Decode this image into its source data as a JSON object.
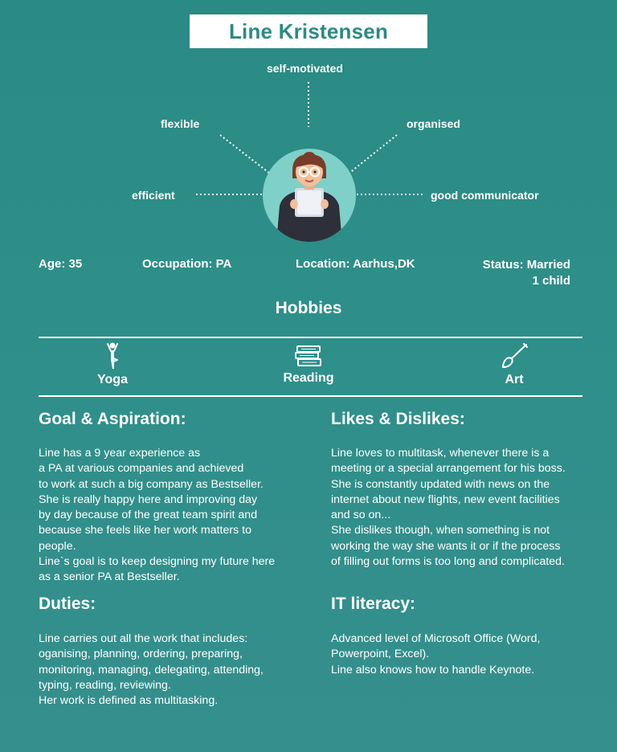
{
  "name": "Line Kristensen",
  "traits": {
    "top": "self-motivated",
    "upper_left": "flexible",
    "upper_right": "organised",
    "left": "efficient",
    "right": "good communicator"
  },
  "info": {
    "age": "Age: 35",
    "occupation": "Occupation: PA",
    "location": "Location: Aarhus,DK",
    "status_line1": "Status: Married",
    "status_line2": "1 child"
  },
  "hobbies": {
    "title": "Hobbies",
    "items": [
      {
        "label": "Yoga",
        "icon": "yoga-icon"
      },
      {
        "label": "Reading",
        "icon": "books-icon"
      },
      {
        "label": "Art",
        "icon": "paintbrush-icon"
      }
    ]
  },
  "goal": {
    "title": "Goal & Aspiration:",
    "lines": [
      "Line has a 9 year experience as",
      "a PA at various companies and achieved",
      "to work at such a big company as Bestseller.",
      "She is really happy here and improving day",
      "by day because of the great team spirit and",
      "because she feels like her work matters to",
      "people.",
      "Line`s goal is to keep designing my future here",
      "as a senior PA at Bestseller."
    ]
  },
  "likes": {
    "title": "Likes & Dislikes:",
    "lines": [
      "Line loves to multitask, whenever there is a",
      "meeting or a special arrangement for his boss.",
      "She is constantly updated with news on the",
      "internet about new flights, new event facilities",
      "and so on...",
      "She dislikes though, when something is not",
      "working the way she wants it or if the process",
      "of filling out forms is too long and complicated."
    ]
  },
  "duties": {
    "title": "Duties:",
    "lines": [
      "Line carries out all the work that includes:",
      "oganising, planning, ordering, preparing,",
      "monitoring, managing, delegating, attending,",
      "typing,  reading, reviewing.",
      "Her work is defined as multitasking."
    ]
  },
  "it": {
    "title": "IT literacy:",
    "lines": [
      "Advanced level of Microsoft Office (Word,",
      "Powerpoint, Excel).",
      "Line also knows how to handle Keynote."
    ]
  },
  "colors": {
    "background": "#2f8f8a",
    "avatar_circle": "#7fd0c8",
    "title_text": "#2b8a85"
  }
}
